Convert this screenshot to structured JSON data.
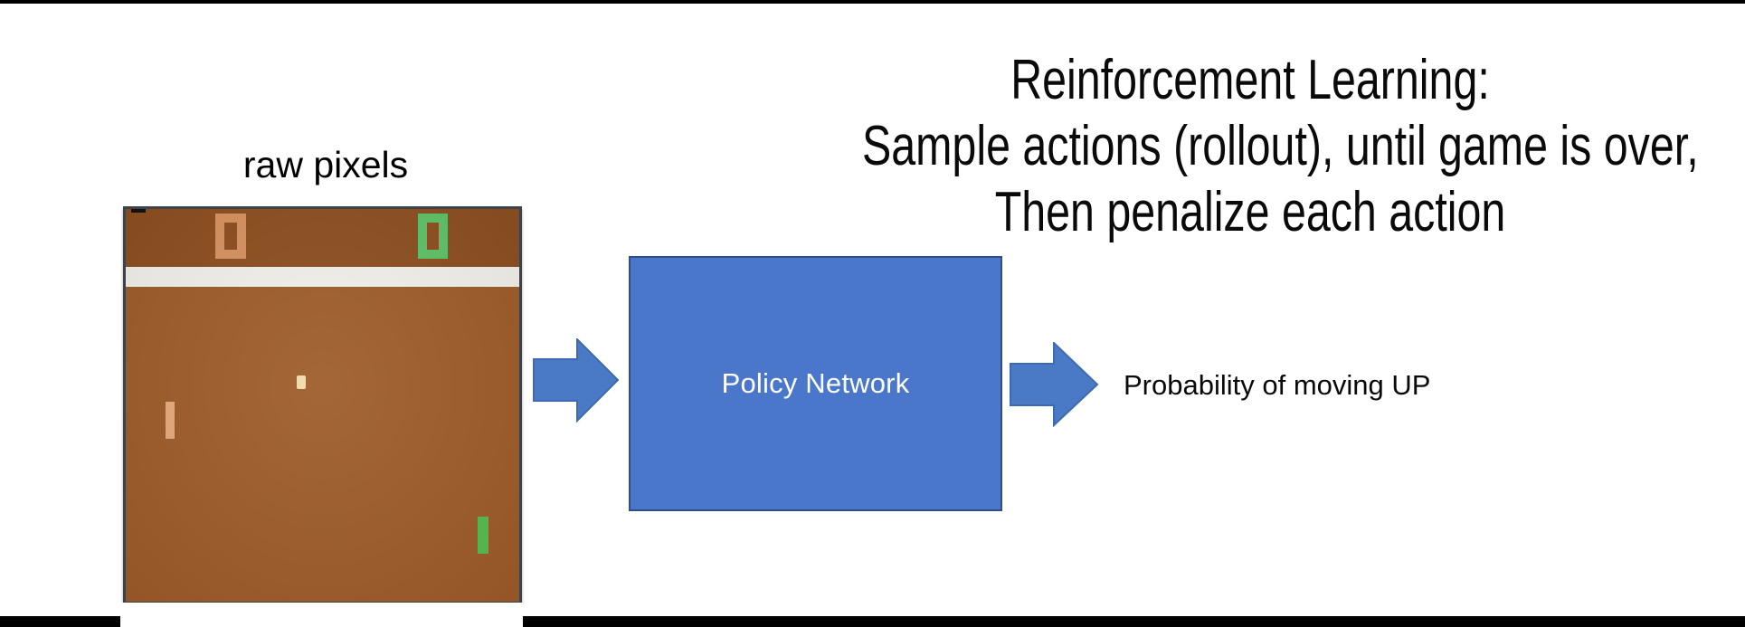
{
  "title": {
    "lines": [
      "Reinforcement Learning:",
      "Sample actions (rollout), until game is over,",
      "Then penalize each action"
    ]
  },
  "raw_pixels_label": "raw pixels",
  "policy_box": {
    "label": "Policy Network"
  },
  "output_label": "Probability of moving UP",
  "colors": {
    "arrow_fill": "#4a7ac6",
    "arrow_stroke": "#3e6ab0",
    "policy_box_fill": "#4a77c9",
    "policy_box_border": "#2c4f91",
    "policy_text": "#ffffff",
    "game_field": "#9d5b28",
    "game_top_band": "#8c4e1f",
    "game_border": "#3f4347",
    "game_divider": "#f1efe9",
    "score_left": "#d6915e",
    "score_right": "#5dc168",
    "ball": "#f3daa8",
    "paddle_left": "#e6a87b",
    "paddle_right": "#55bb4e",
    "edge_bars": "#000000"
  }
}
